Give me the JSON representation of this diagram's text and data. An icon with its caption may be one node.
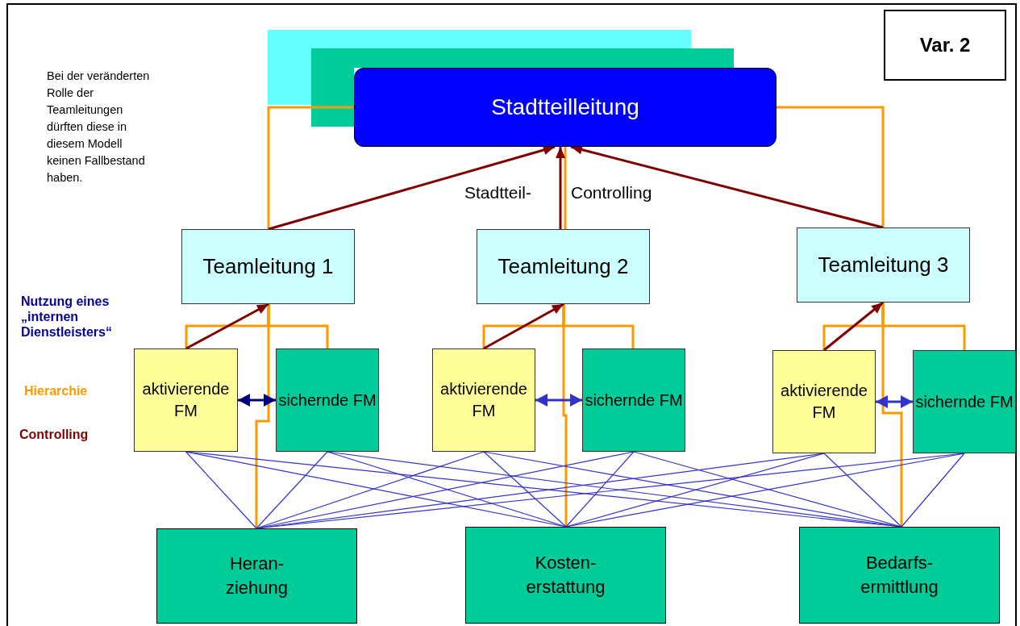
{
  "diagram": {
    "nodes": [
      {
        "text": [
          "Var. 2"
        ]
      },
      {
        "text": [
          "Stadtteilleitung"
        ]
      },
      {
        "text": [
          "Teamleitung 1"
        ]
      },
      {
        "text": [
          "Teamleitung 2"
        ]
      },
      {
        "text": [
          "Teamleitung 3"
        ]
      },
      {
        "text": [
          "aktivierende FM"
        ]
      },
      {
        "text": [
          "sichernde FM"
        ]
      },
      {
        "text": [
          "aktivierende FM"
        ]
      },
      {
        "text": [
          "sichernde FM"
        ]
      },
      {
        "text": [
          "aktivierende FM"
        ]
      },
      {
        "text": [
          "sichernde FM"
        ]
      },
      {
        "text": [
          "Heran- ziehung"
        ]
      },
      {
        "text": [
          "Kosten- erstattung"
        ]
      },
      {
        "text": [
          "Bedarfs- ermittlung"
        ]
      }
    ],
    "edges": [
      {
        "from": 1,
        "to": 2,
        "arrow": "none",
        "color": "#ff9900"
      },
      {
        "from": 1,
        "to": 3,
        "arrow": "none",
        "color": "#ff9900"
      },
      {
        "from": 1,
        "to": 4,
        "arrow": "none",
        "color": "#ff9900"
      },
      {
        "from": 2,
        "to": 5,
        "arrow": "none",
        "color": "#ff9900"
      },
      {
        "from": 2,
        "to": 6,
        "arrow": "none",
        "color": "#ff9900"
      },
      {
        "from": 2,
        "to": 11,
        "arrow": "none",
        "color": "#ff9900"
      },
      {
        "from": 3,
        "to": 7,
        "arrow": "none",
        "color": "#ff9900"
      },
      {
        "from": 3,
        "to": 8,
        "arrow": "none",
        "color": "#ff9900"
      },
      {
        "from": 3,
        "to": 12,
        "arrow": "none",
        "color": "#ff9900"
      },
      {
        "from": 4,
        "to": 9,
        "arrow": "none",
        "color": "#ff9900"
      },
      {
        "from": 4,
        "to": 10,
        "arrow": "none",
        "color": "#ff9900"
      },
      {
        "from": 4,
        "to": 13,
        "arrow": "none",
        "color": "#ff9900"
      },
      {
        "from": 2,
        "to": 1,
        "arrow": "to",
        "color": "#800000"
      },
      {
        "from": 3,
        "to": 1,
        "arrow": "to",
        "color": "#800000"
      },
      {
        "from": 4,
        "to": 1,
        "arrow": "to",
        "color": "#800000"
      },
      {
        "from": 5,
        "to": 2,
        "arrow": "to",
        "color": "#800000"
      },
      {
        "from": 7,
        "to": 3,
        "arrow": "to",
        "color": "#800000"
      },
      {
        "from": 9,
        "to": 4,
        "arrow": "to",
        "color": "#800000"
      },
      {
        "from": 5,
        "to": 6,
        "arrow": "both",
        "color": "#000080"
      },
      {
        "from": 7,
        "to": 8,
        "arrow": "both",
        "color": "#3333cc"
      },
      {
        "from": 9,
        "to": 10,
        "arrow": "both",
        "color": "#3333cc"
      },
      {
        "from": 5,
        "to": 11,
        "arrow": "none"
      },
      {
        "from": 5,
        "to": 12,
        "arrow": "none"
      },
      {
        "from": 5,
        "to": 13,
        "arrow": "none"
      },
      {
        "from": 6,
        "to": 11,
        "arrow": "none"
      },
      {
        "from": 6,
        "to": 12,
        "arrow": "none"
      },
      {
        "from": 6,
        "to": 13,
        "arrow": "none"
      },
      {
        "from": 7,
        "to": 11,
        "arrow": "none"
      },
      {
        "from": 7,
        "to": 12,
        "arrow": "none"
      },
      {
        "from": 7,
        "to": 13,
        "arrow": "none"
      },
      {
        "from": 8,
        "to": 11,
        "arrow": "none"
      },
      {
        "from": 8,
        "to": 12,
        "arrow": "none"
      },
      {
        "from": 8,
        "to": 13,
        "arrow": "none"
      },
      {
        "from": 9,
        "to": 11,
        "arrow": "none"
      },
      {
        "from": 9,
        "to": 12,
        "arrow": "none"
      },
      {
        "from": 9,
        "to": 13,
        "arrow": "none"
      },
      {
        "from": 10,
        "to": 11,
        "arrow": "none"
      },
      {
        "from": 10,
        "to": 12,
        "arrow": "none"
      },
      {
        "from": 10,
        "to": 13,
        "arrow": "none"
      }
    ],
    "labels": [
      "Bei der veränderten Rolle der Teamleitungen dürften diese in diesem Modell keinen Fallbestand haben.",
      "Stadtteil-",
      "Controlling",
      "Nutzung eines „internen Dienstleisters“",
      "Hierarchie",
      "Controlling"
    ]
  }
}
